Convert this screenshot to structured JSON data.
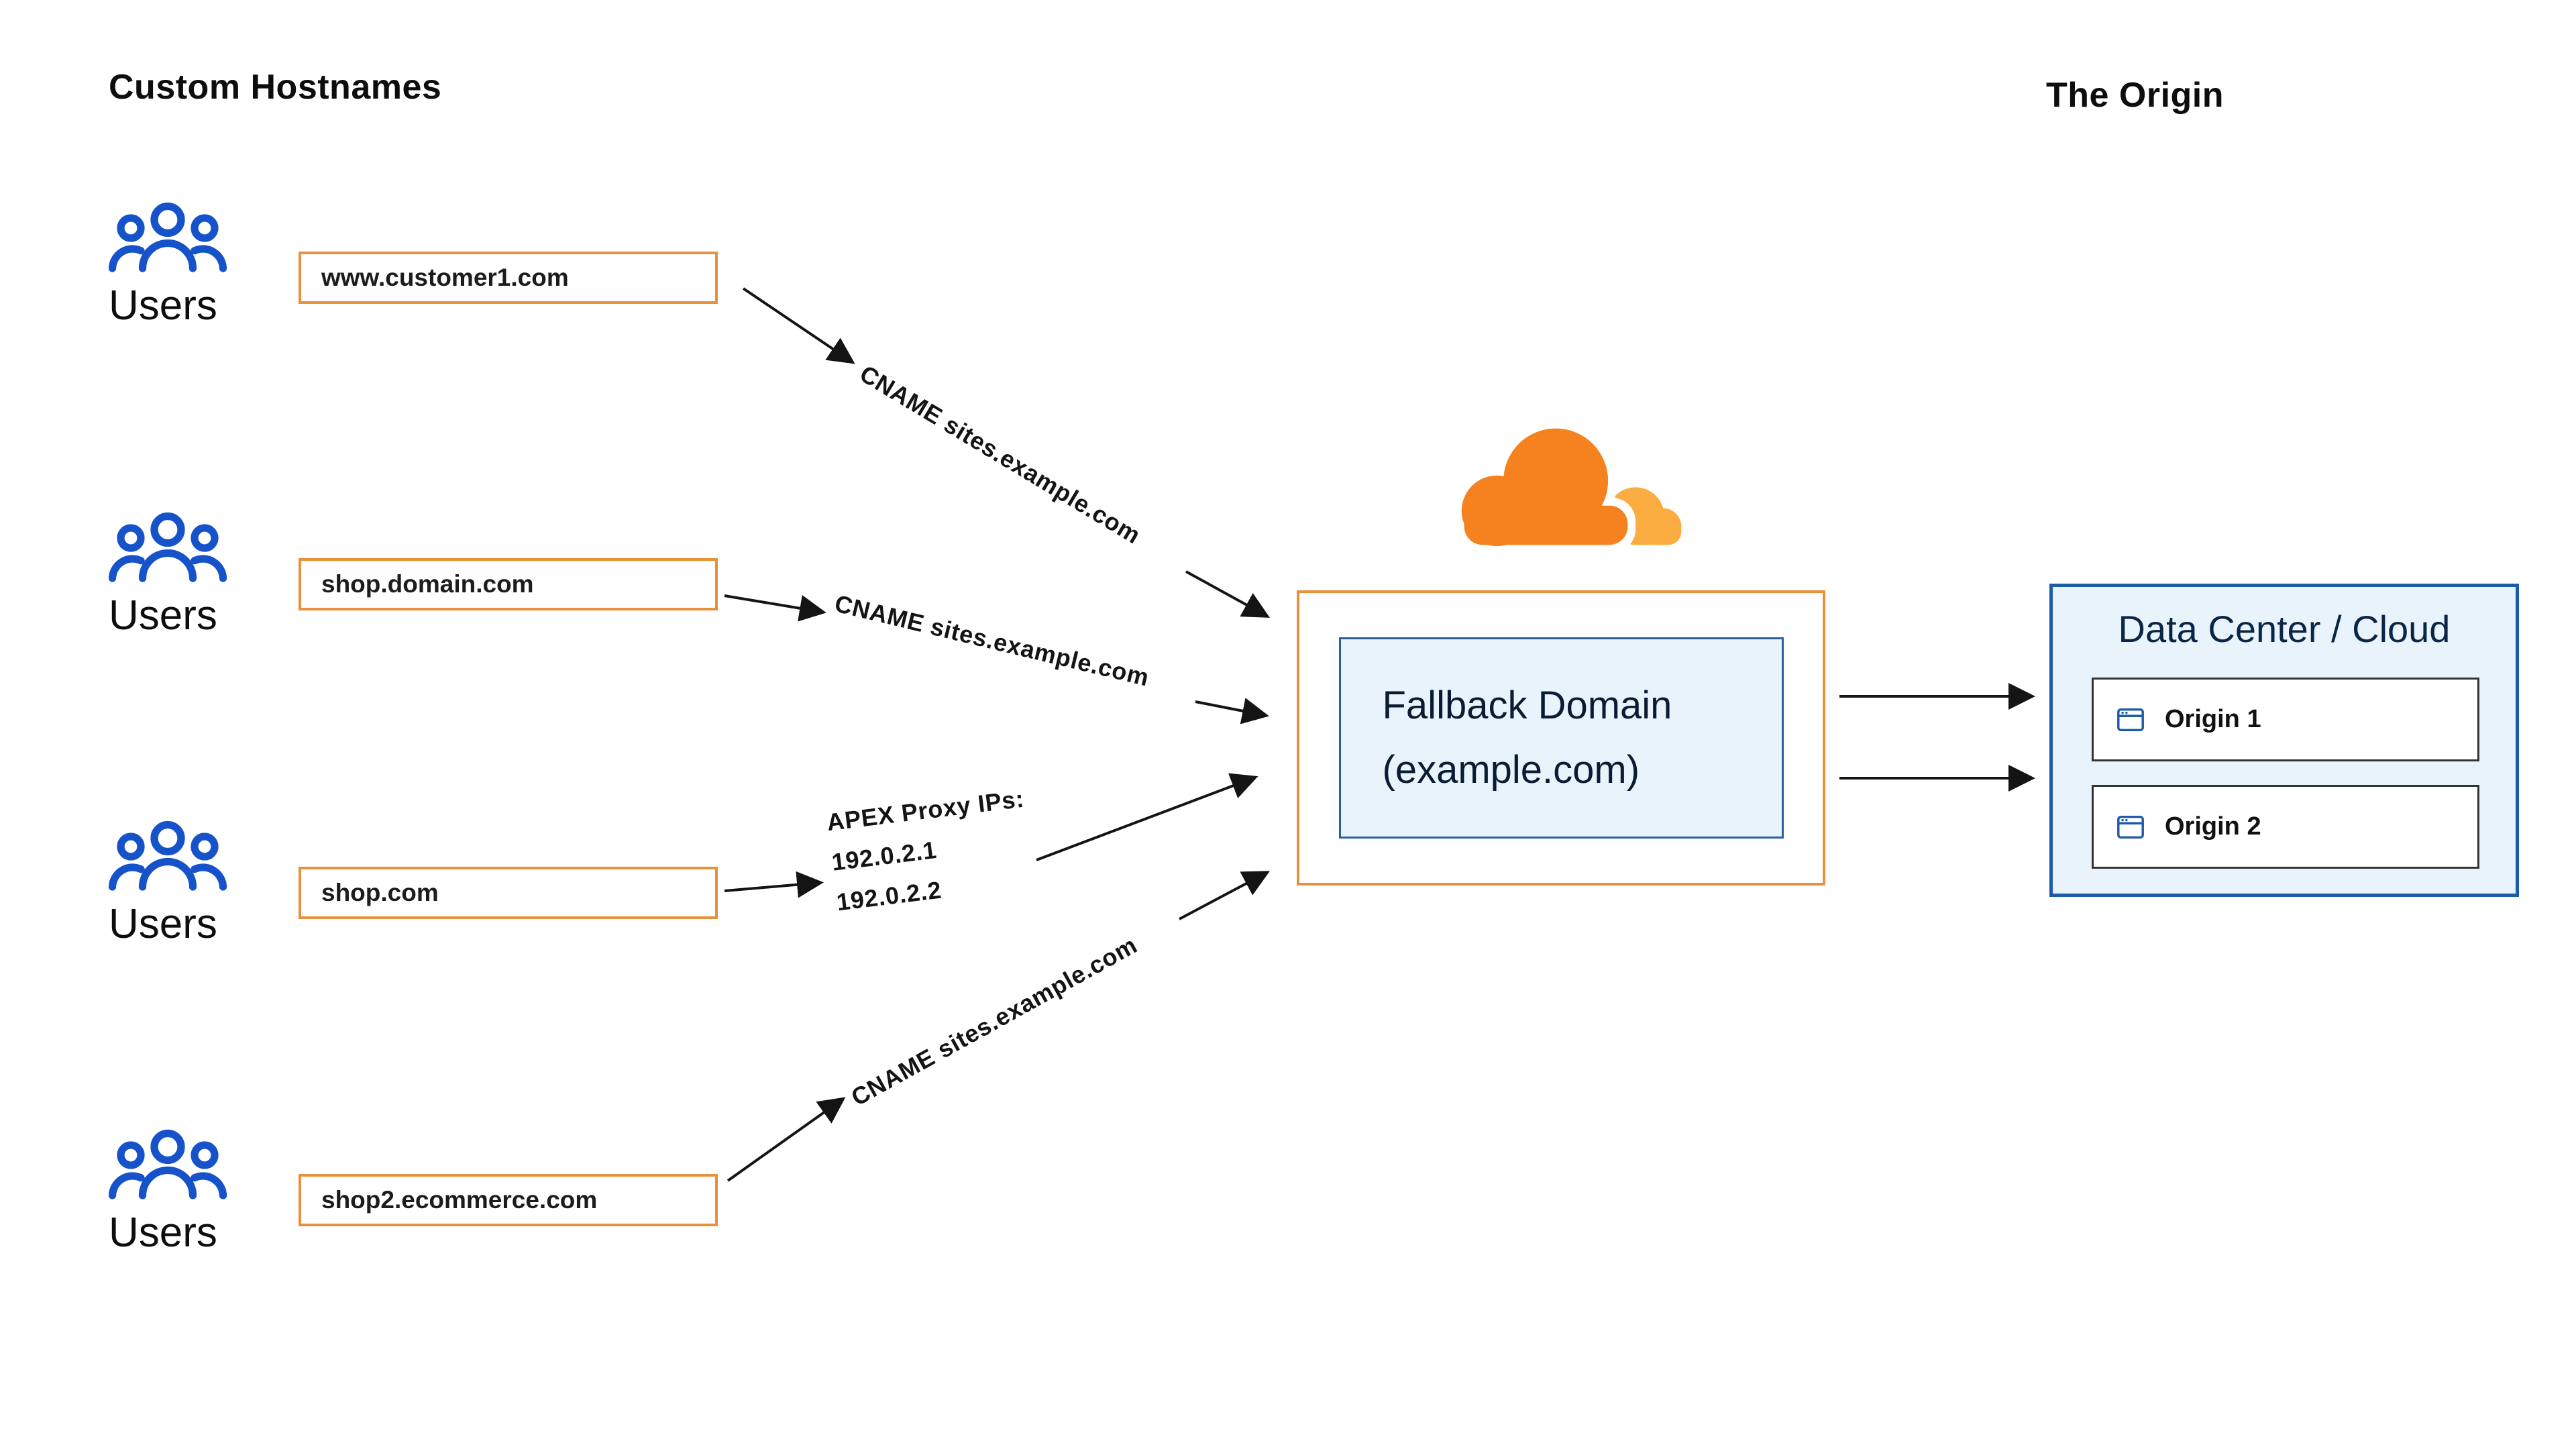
{
  "titles": {
    "left": "Custom Hostnames",
    "right": "The Origin"
  },
  "users_label": "Users",
  "hostnames": [
    "www.customer1.com",
    "shop.domain.com",
    "shop.com",
    "shop2.ecommerce.com"
  ],
  "edges": {
    "cname1": "CNAME sites.example.com",
    "cname2": "CNAME sites.example.com",
    "apex_title": "APEX Proxy IPs:",
    "apex_ip1": "192.0.2.1",
    "apex_ip2": "192.0.2.2",
    "cname3": "CNAME sites.example.com"
  },
  "fallback": {
    "line1": "Fallback Domain",
    "line2": "(example.com)"
  },
  "origin": {
    "title": "Data Center / Cloud",
    "items": [
      "Origin 1",
      "Origin 2"
    ]
  },
  "icons": {
    "users": "users-group-icon",
    "cloudflare": "cloudflare-logo",
    "browser": "browser-window-icon",
    "arrow": "arrowhead"
  },
  "colors": {
    "cloudflare_orange": "#F6821F",
    "cloudflare_light_orange": "#FBAD41",
    "box_border_orange": "#E8913C",
    "blue": "#1D5CA8",
    "users_blue": "#1652C9",
    "light_blue_bg": "#E8F3FB"
  }
}
